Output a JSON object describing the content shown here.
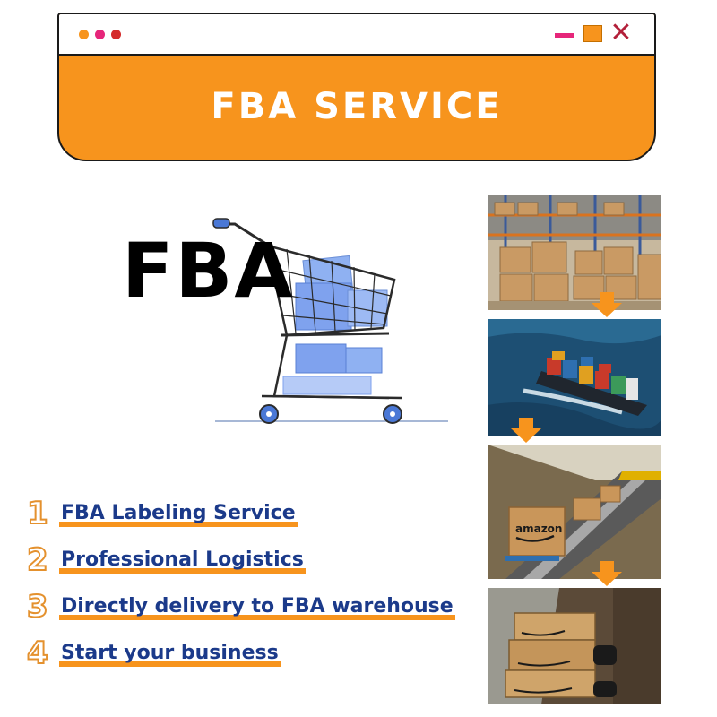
{
  "window": {
    "title": "FBA SERVICE",
    "controls": [
      "minimize-icon",
      "maximize-icon",
      "close-icon"
    ]
  },
  "hero": {
    "label": "FBA",
    "icon": "shopping-cart-icon"
  },
  "features": [
    {
      "number": "1",
      "label": "FBA Labeling Service"
    },
    {
      "number": "2",
      "label": "Professional Logistics"
    },
    {
      "number": "3",
      "label": "Directly delivery to FBA warehouse"
    },
    {
      "number": "4",
      "label": "Start your business"
    }
  ],
  "process_photos": [
    {
      "icon": "warehouse-photo"
    },
    {
      "icon": "cargo-ship-photo"
    },
    {
      "icon": "conveyor-photo"
    },
    {
      "icon": "delivery-courier-photo"
    }
  ],
  "package_print": "amazon",
  "colors": {
    "accent": "#f7941d",
    "text_blue": "#1b3a8a",
    "dot_orange": "#f7941d",
    "dot_pink": "#e6267a",
    "dot_red": "#d42a2a",
    "minimize": "#e6267a",
    "close": "#b3203a"
  }
}
